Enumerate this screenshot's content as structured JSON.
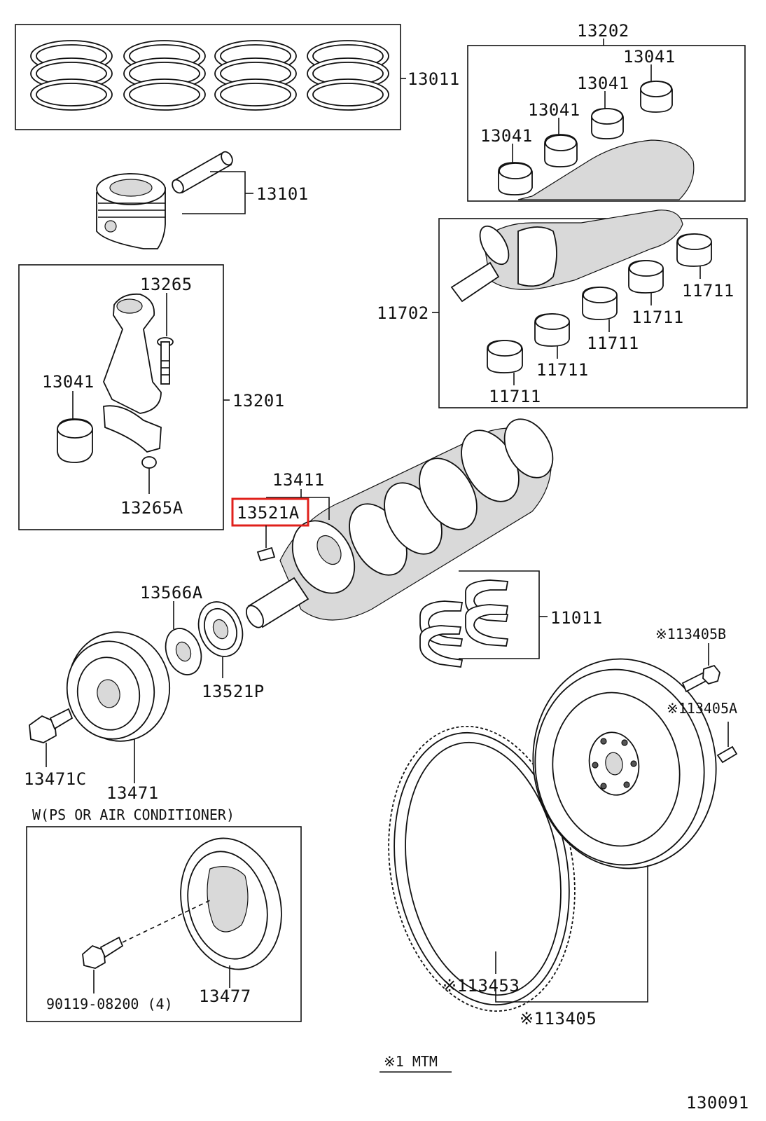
{
  "diagram": {
    "labels": {
      "piston_rings": "13011",
      "piston": "13101",
      "conrod_bolt": "13265",
      "conrod_nut": "13265A",
      "conrod_bearing_left": "13041",
      "conrod_assy": "13201",
      "conrod_set_top": "13202",
      "conrod_bearing_a": "13041",
      "conrod_bearing_b": "13041",
      "conrod_bearing_c": "13041",
      "conrod_bearing_d": "13041",
      "crankshaft_set": "11702",
      "main_bearing_1": "11711",
      "main_bearing_2": "11711",
      "main_bearing_3": "11711",
      "main_bearing_4": "11711",
      "main_bearing_5": "11711",
      "crankshaft": "13411",
      "crank_key": "13521A",
      "thrust_washers": "11011",
      "timing_sensor_plate": "13566A",
      "crank_gear": "13521P",
      "pulley": "13471",
      "pulley_bolt": "13471C",
      "flywheel_bolt": "※113405B",
      "flywheel_pin": "※113405A",
      "ring_gear": "※113453",
      "flywheel": "※113405",
      "ps_ac_note": "W(PS OR AIR CONDITIONER)",
      "pulley_bolt_alt": "90119-08200 (4)",
      "pulley_alt": "13477",
      "footnote": "※1 MTM",
      "figure_number": "130091"
    },
    "highlight_color": "#e0201b",
    "highlighted_part": "13521A"
  }
}
